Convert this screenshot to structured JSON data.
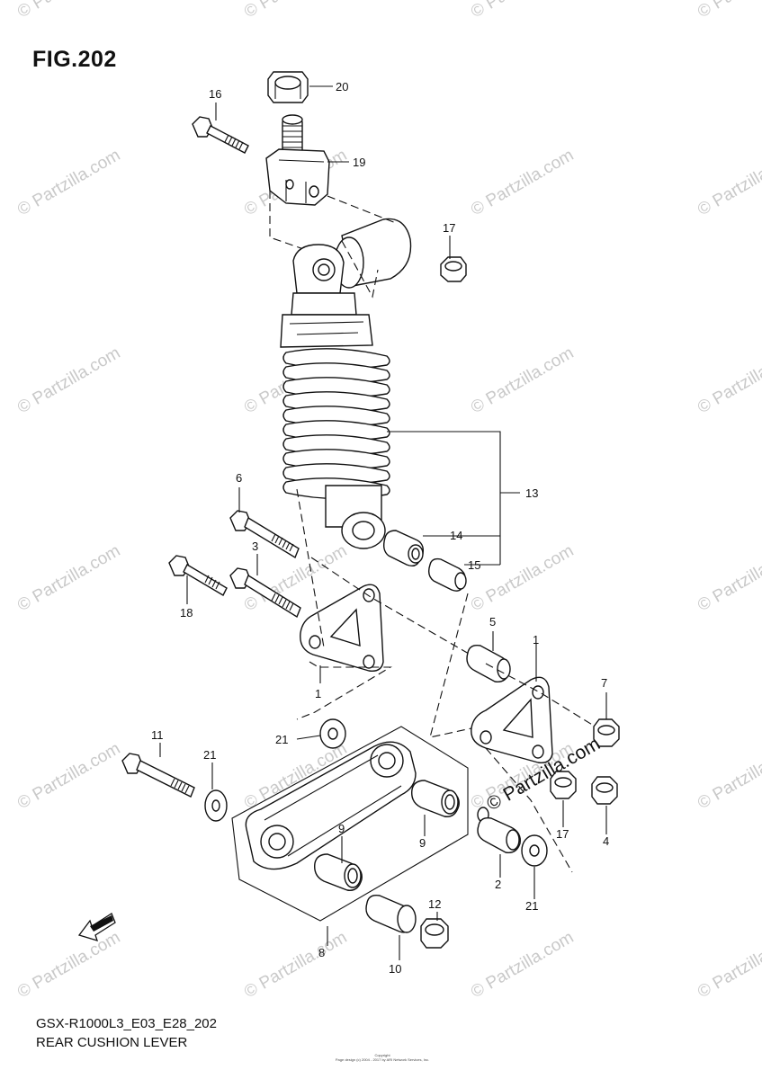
{
  "figure": {
    "title": "FIG.202",
    "model_code": "GSX-R1000L3_E03_E28_202",
    "section_name": "REAR CUSHION LEVER",
    "copyright_lines": [
      "Copyright",
      "Page design (c) 2004 - 2017 by ARI Network Services, Inc."
    ]
  },
  "watermark": {
    "text": "© Partzilla.com",
    "center_stamp": "© Partzilla.com"
  },
  "fwd_arrow_label": "FWD",
  "callouts": [
    {
      "id": "c1a",
      "label": "1"
    },
    {
      "id": "c1b",
      "label": "1"
    },
    {
      "id": "c2",
      "label": "2"
    },
    {
      "id": "c3",
      "label": "3"
    },
    {
      "id": "c4",
      "label": "4"
    },
    {
      "id": "c5",
      "label": "5"
    },
    {
      "id": "c6",
      "label": "6"
    },
    {
      "id": "c7",
      "label": "7"
    },
    {
      "id": "c8",
      "label": "8"
    },
    {
      "id": "c9a",
      "label": "9"
    },
    {
      "id": "c9b",
      "label": "9"
    },
    {
      "id": "c10",
      "label": "10"
    },
    {
      "id": "c11",
      "label": "11"
    },
    {
      "id": "c12",
      "label": "12"
    },
    {
      "id": "c13",
      "label": "13"
    },
    {
      "id": "c14",
      "label": "14"
    },
    {
      "id": "c15",
      "label": "15"
    },
    {
      "id": "c16",
      "label": "16"
    },
    {
      "id": "c17a",
      "label": "17"
    },
    {
      "id": "c17b",
      "label": "17"
    },
    {
      "id": "c18",
      "label": "18"
    },
    {
      "id": "c19",
      "label": "19"
    },
    {
      "id": "c20",
      "label": "20"
    },
    {
      "id": "c21a",
      "label": "21"
    },
    {
      "id": "c21b",
      "label": "21"
    },
    {
      "id": "c21c",
      "label": "21"
    }
  ]
}
